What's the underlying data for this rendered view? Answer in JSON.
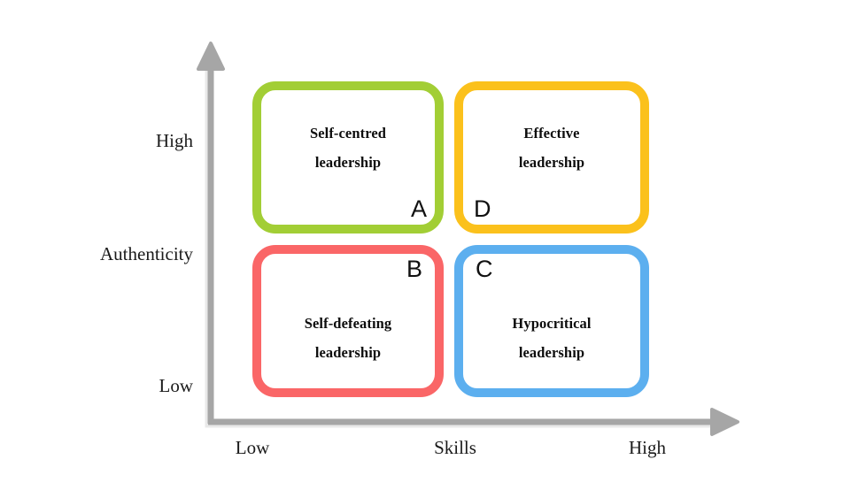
{
  "diagram": {
    "type": "2x2-matrix",
    "axes": {
      "y": {
        "title": "Authenticity",
        "low_label": "Low",
        "high_label": "High",
        "arrow": "up-arrow-icon",
        "color": "#a6a6a6"
      },
      "x": {
        "title": "Skills",
        "low_label": "Low",
        "high_label": "High",
        "arrow": "right-arrow-icon",
        "color": "#a6a6a6"
      }
    },
    "quadrants": [
      {
        "letter": "A",
        "line1": "Self-centred",
        "line2": "leadership",
        "color": "#a2ce35",
        "color_name": "green",
        "position": "top-left",
        "authenticity": "High",
        "skills": "Low"
      },
      {
        "letter": "D",
        "line1": "Effective",
        "line2": "leadership",
        "color": "#fbc11c",
        "color_name": "yellow",
        "position": "top-right",
        "authenticity": "High",
        "skills": "High"
      },
      {
        "letter": "B",
        "line1": "Self-defeating",
        "line2": "leadership",
        "color": "#fa6667",
        "color_name": "red",
        "position": "bottom-left",
        "authenticity": "Low",
        "skills": "Low"
      },
      {
        "letter": "C",
        "line1": "Hypocritical",
        "line2": "leadership",
        "color": "#5cafef",
        "color_name": "blue",
        "position": "bottom-right",
        "authenticity": "Low",
        "skills": "High"
      }
    ]
  }
}
